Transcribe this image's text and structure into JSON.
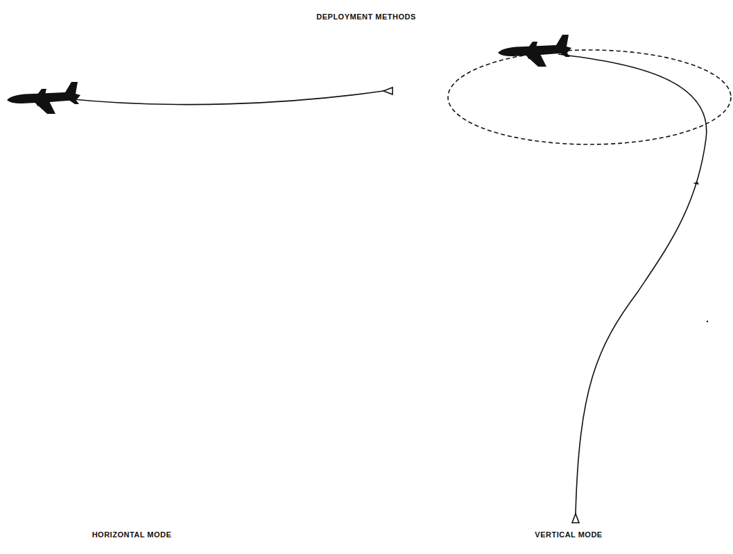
{
  "diagram": {
    "title": "DEPLOYMENT METHODS",
    "labels": [
      "HORIZONTAL MODE",
      "VERTICAL MODE"
    ]
  }
}
